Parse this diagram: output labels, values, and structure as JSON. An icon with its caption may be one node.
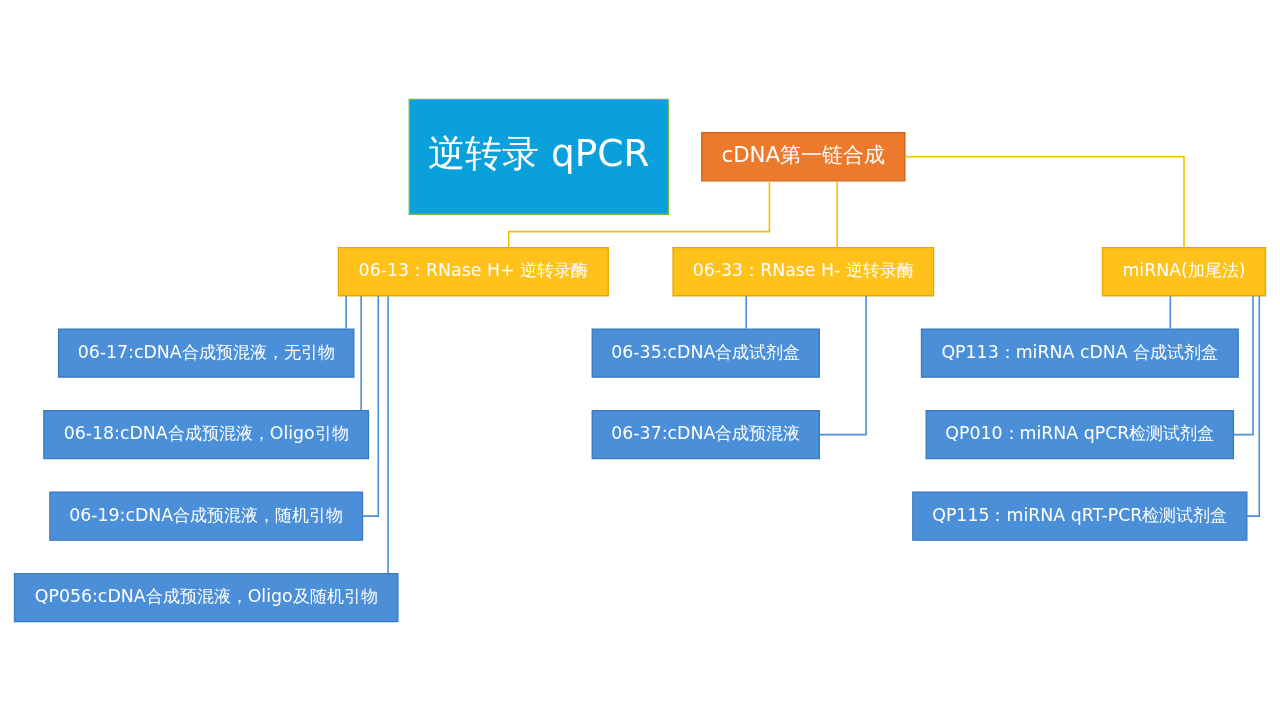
{
  "diagram": {
    "title": "逆转录 qPCR",
    "nodes": [
      {
        "text": [
          "cDNA第一链合成"
        ]
      },
      {
        "text": [
          "06-13：RNase H+ 逆转录酶"
        ]
      },
      {
        "text": [
          "06-33：RNase H- 逆转录酶"
        ]
      },
      {
        "text": [
          "miRNA(加尾法)"
        ]
      },
      {
        "text": [
          "06-17:cDNA合成预混液，无引物"
        ]
      },
      {
        "text": [
          "06-18:cDNA合成预混液，Oligo引物"
        ]
      },
      {
        "text": [
          "06-19:cDNA合成预混液，随机引物"
        ]
      },
      {
        "text": [
          "QP056:cDNA合成预混液，Oligo及随机引物"
        ]
      },
      {
        "text": [
          "06-35:cDNA合成试剂盒"
        ]
      },
      {
        "text": [
          "06-37:cDNA合成预混液"
        ]
      },
      {
        "text": [
          "QP113：miRNA cDNA 合成试剂盒"
        ]
      },
      {
        "text": [
          "QP010：miRNA qPCR检测试剂盒"
        ]
      },
      {
        "text": [
          "QP115：miRNA qRT-PCR检测试剂盒"
        ]
      }
    ],
    "edges": [
      {
        "from": 0,
        "to": 1,
        "arrow": "none",
        "color": "#f2c200"
      },
      {
        "from": 0,
        "to": 2,
        "arrow": "none",
        "color": "#f2c200"
      },
      {
        "from": 0,
        "to": 3,
        "arrow": "none",
        "color": "#f2c200"
      },
      {
        "from": 1,
        "to": 4,
        "arrow": "none"
      },
      {
        "from": 1,
        "to": 5,
        "arrow": "none"
      },
      {
        "from": 1,
        "to": 6,
        "arrow": "none"
      },
      {
        "from": 1,
        "to": 7,
        "arrow": "none"
      },
      {
        "from": 2,
        "to": 8,
        "arrow": "none"
      },
      {
        "from": 2,
        "to": 9,
        "arrow": "none"
      },
      {
        "from": 3,
        "to": 10,
        "arrow": "none"
      },
      {
        "from": 3,
        "to": 11,
        "arrow": "none"
      },
      {
        "from": 3,
        "to": 12,
        "arrow": "none"
      }
    ]
  }
}
